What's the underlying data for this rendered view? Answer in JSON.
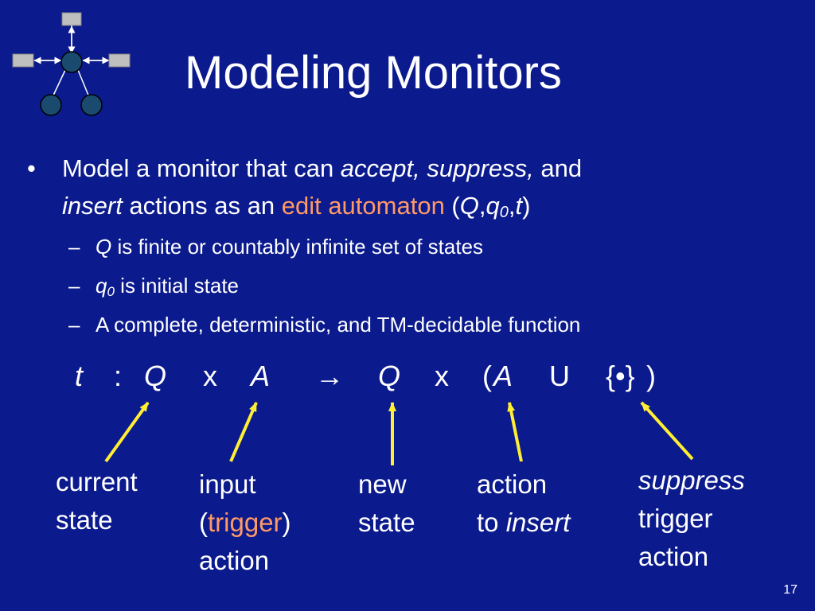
{
  "slide": {
    "title": "Modeling Monitors",
    "number": "17",
    "colors": {
      "background": "#0b1a8c",
      "accent": "#ff9966",
      "arrow": "#ffee33"
    },
    "logo_icon": "network-graph-icon"
  },
  "bullet": {
    "marker": "•",
    "line1": {
      "t1": "Model a monitor that can ",
      "t2": "accept, suppress,",
      "t3": " and"
    },
    "line2": {
      "t1": "insert",
      "t2": " actions as an ",
      "t3": "edit automaton",
      "t4": " (",
      "t5": "Q",
      "t6": ",",
      "t7": "q",
      "t8": "0",
      "t9": ",",
      "t10": "t",
      "t11": ")"
    }
  },
  "sub_bullets": {
    "dash": "–",
    "s1": {
      "var": "Q",
      "text": " is finite or countably infinite set of states"
    },
    "s2": {
      "var": "q",
      "sub": "0",
      "text": " is initial state"
    },
    "s3": {
      "text": "A complete, deterministic, and TM-decidable function"
    }
  },
  "formula": {
    "t": "t",
    "colon": ":",
    "q1": "Q",
    "x1": "x",
    "a1": "A",
    "arrow": "→",
    "q2": "Q",
    "x2": "x",
    "lparen": "(",
    "a2": "A",
    "union": "U",
    "set": "{•}",
    "rparen": ")"
  },
  "labels": {
    "current_state": {
      "l1": "current",
      "l2": "state"
    },
    "input_action": {
      "l1": "input",
      "l2a": "(",
      "l2b": "trigger",
      "l2c": ")",
      "l3": "action"
    },
    "new_state": {
      "l1": "new",
      "l2": "state"
    },
    "action_insert": {
      "l1": "action",
      "l2a": "to ",
      "l2b": "insert"
    },
    "suppress": {
      "l1": "suppress",
      "l2": "trigger",
      "l3": "action"
    }
  }
}
